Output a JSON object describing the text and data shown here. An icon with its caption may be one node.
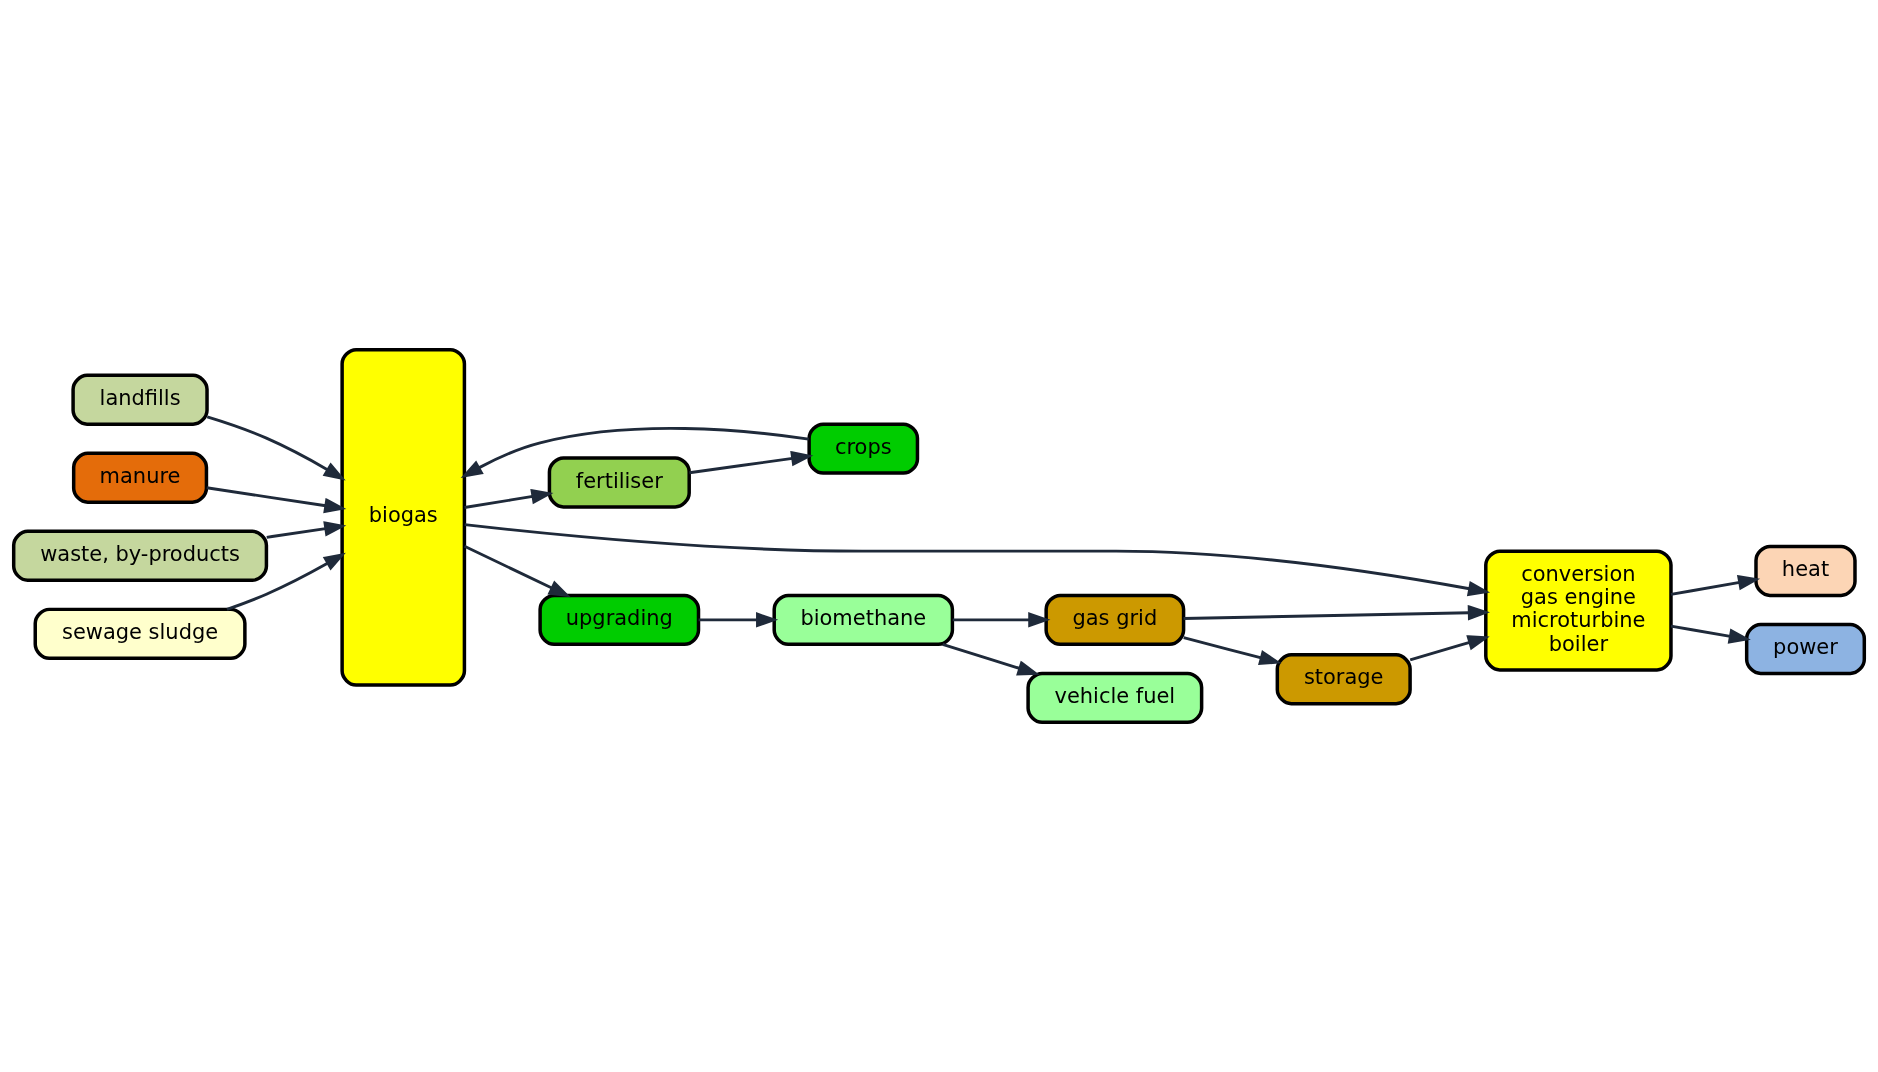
{
  "diagram": {
    "nodes": [
      {
        "text": [
          "landfills"
        ]
      },
      {
        "text": [
          "manure"
        ]
      },
      {
        "text": [
          "waste, by-products"
        ]
      },
      {
        "text": [
          "sewage sludge"
        ]
      },
      {
        "text": [
          "crops"
        ]
      },
      {
        "text": [
          "biogas"
        ]
      },
      {
        "text": [
          "conversion",
          "gas engine",
          "microturbine",
          "boiler"
        ]
      },
      {
        "text": [
          "heat"
        ]
      },
      {
        "text": [
          "power"
        ]
      },
      {
        "text": [
          "storage"
        ]
      },
      {
        "text": [
          "gas grid"
        ]
      },
      {
        "text": [
          "upgrading"
        ]
      },
      {
        "text": [
          "biomethane"
        ]
      },
      {
        "text": [
          "vehicle fuel"
        ]
      },
      {
        "text": [
          "fertiliser"
        ]
      }
    ],
    "edges": [
      {
        "from": 0,
        "to": 5,
        "arrow": "to"
      },
      {
        "from": 1,
        "to": 5,
        "arrow": "to"
      },
      {
        "from": 2,
        "to": 5,
        "arrow": "to"
      },
      {
        "from": 3,
        "to": 5,
        "arrow": "to"
      },
      {
        "from": 4,
        "to": 5,
        "arrow": "to"
      },
      {
        "from": 5,
        "to": 6,
        "arrow": "to"
      },
      {
        "from": 6,
        "to": 7,
        "arrow": "to"
      },
      {
        "from": 6,
        "to": 8,
        "arrow": "to"
      },
      {
        "from": 9,
        "to": 6,
        "arrow": "to"
      },
      {
        "from": 10,
        "to": 6,
        "arrow": "to"
      },
      {
        "from": 10,
        "to": 9,
        "arrow": "to"
      },
      {
        "from": 5,
        "to": 11,
        "arrow": "to"
      },
      {
        "from": 11,
        "to": 12,
        "arrow": "to"
      },
      {
        "from": 12,
        "to": 10,
        "arrow": "to"
      },
      {
        "from": 12,
        "to": 13,
        "arrow": "to"
      },
      {
        "from": 5,
        "to": 14,
        "arrow": "to"
      },
      {
        "from": 14,
        "to": 4,
        "arrow": "to"
      }
    ]
  }
}
